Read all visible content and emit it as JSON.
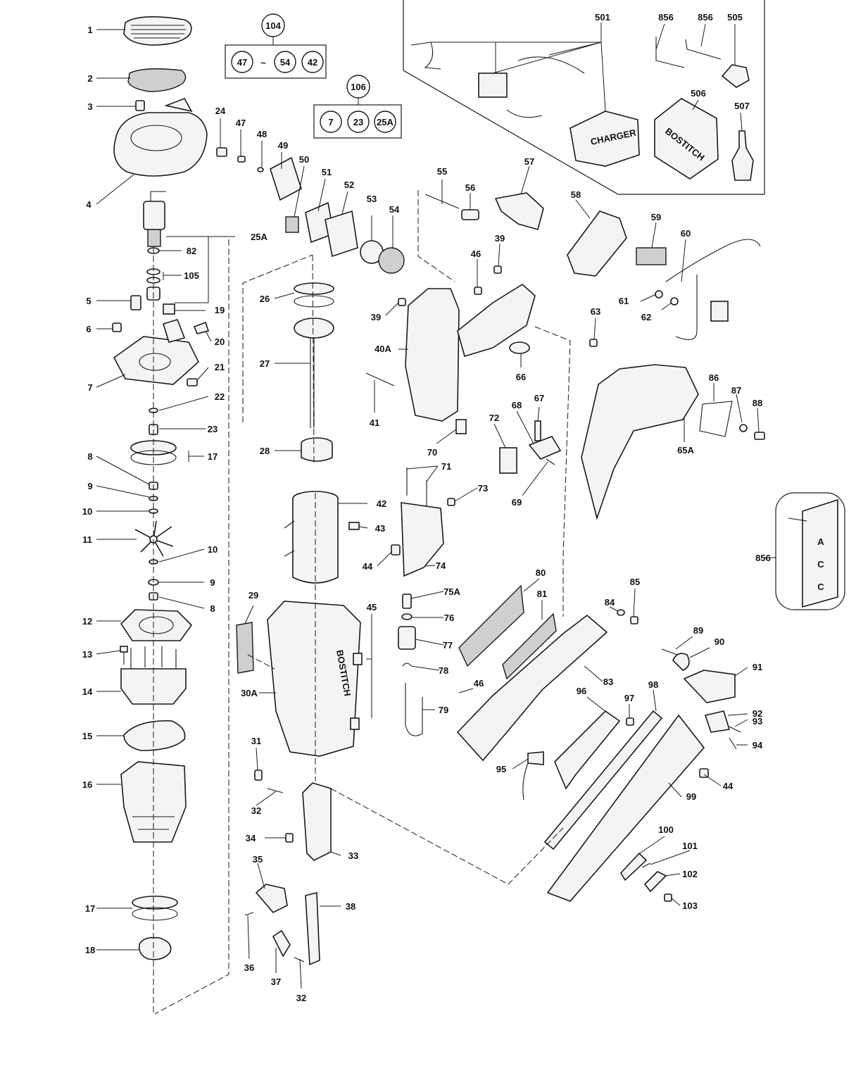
{
  "labels": [
    {
      "text": "1"
    },
    {
      "text": "2"
    },
    {
      "text": "3"
    },
    {
      "text": "4"
    },
    {
      "text": "24"
    },
    {
      "text": "25A"
    },
    {
      "text": "82"
    },
    {
      "text": "105"
    },
    {
      "text": "5"
    },
    {
      "text": "19"
    },
    {
      "text": "6"
    },
    {
      "text": "20"
    },
    {
      "text": "21"
    },
    {
      "text": "7"
    },
    {
      "text": "22"
    },
    {
      "text": "23"
    },
    {
      "text": "17"
    },
    {
      "text": "8"
    },
    {
      "text": "9"
    },
    {
      "text": "10"
    },
    {
      "text": "11"
    },
    {
      "text": "10"
    },
    {
      "text": "9"
    },
    {
      "text": "8"
    },
    {
      "text": "12"
    },
    {
      "text": "13"
    },
    {
      "text": "14"
    },
    {
      "text": "15"
    },
    {
      "text": "16"
    },
    {
      "text": "17"
    },
    {
      "text": "18"
    },
    {
      "text": "47"
    },
    {
      "text": "48"
    },
    {
      "text": "49"
    },
    {
      "text": "50"
    },
    {
      "text": "51"
    },
    {
      "text": "52"
    },
    {
      "text": "53"
    },
    {
      "text": "54"
    },
    {
      "text": "26"
    },
    {
      "text": "27"
    },
    {
      "text": "28"
    },
    {
      "text": "42"
    },
    {
      "text": "43"
    },
    {
      "text": "29"
    },
    {
      "text": "30A"
    },
    {
      "text": "45"
    },
    {
      "text": "31"
    },
    {
      "text": "32"
    },
    {
      "text": "34"
    },
    {
      "text": "33"
    },
    {
      "text": "35"
    },
    {
      "text": "38"
    },
    {
      "text": "36"
    },
    {
      "text": "37"
    },
    {
      "text": "32"
    },
    {
      "text": "55"
    },
    {
      "text": "56"
    },
    {
      "text": "57"
    },
    {
      "text": "58"
    },
    {
      "text": "59"
    },
    {
      "text": "60"
    },
    {
      "text": "39"
    },
    {
      "text": "46"
    },
    {
      "text": "39"
    },
    {
      "text": "40A"
    },
    {
      "text": "66"
    },
    {
      "text": "63"
    },
    {
      "text": "61"
    },
    {
      "text": "62"
    },
    {
      "text": "41"
    },
    {
      "text": "70"
    },
    {
      "text": "72"
    },
    {
      "text": "68"
    },
    {
      "text": "67"
    },
    {
      "text": "69"
    },
    {
      "text": "86"
    },
    {
      "text": "87"
    },
    {
      "text": "88"
    },
    {
      "text": "65A"
    },
    {
      "text": "71"
    },
    {
      "text": "73"
    },
    {
      "text": "44"
    },
    {
      "text": "74"
    },
    {
      "text": "75A"
    },
    {
      "text": "76"
    },
    {
      "text": "77"
    },
    {
      "text": "78"
    },
    {
      "text": "79"
    },
    {
      "text": "80"
    },
    {
      "text": "81"
    },
    {
      "text": "83"
    },
    {
      "text": "46"
    },
    {
      "text": "84"
    },
    {
      "text": "85"
    },
    {
      "text": "89"
    },
    {
      "text": "90"
    },
    {
      "text": "91"
    },
    {
      "text": "92"
    },
    {
      "text": "93"
    },
    {
      "text": "94"
    },
    {
      "text": "96"
    },
    {
      "text": "97"
    },
    {
      "text": "98"
    },
    {
      "text": "95"
    },
    {
      "text": "44"
    },
    {
      "text": "99"
    },
    {
      "text": "100"
    },
    {
      "text": "101"
    },
    {
      "text": "102"
    },
    {
      "text": "103"
    },
    {
      "text": "856"
    },
    {
      "text": "501"
    },
    {
      "text": "856"
    },
    {
      "text": "856"
    },
    {
      "text": "505"
    },
    {
      "text": "506"
    },
    {
      "text": "507"
    }
  ],
  "kit104": {
    "number": "104",
    "items": [
      "47",
      "~",
      "54",
      "42"
    ]
  },
  "kit106": {
    "number": "106",
    "items": [
      "7",
      "23",
      "25A"
    ]
  },
  "branding": {
    "brand": "BOSTITCH",
    "charger_label": "CHARGER",
    "tag_text": [
      "A",
      "C",
      "C"
    ]
  }
}
